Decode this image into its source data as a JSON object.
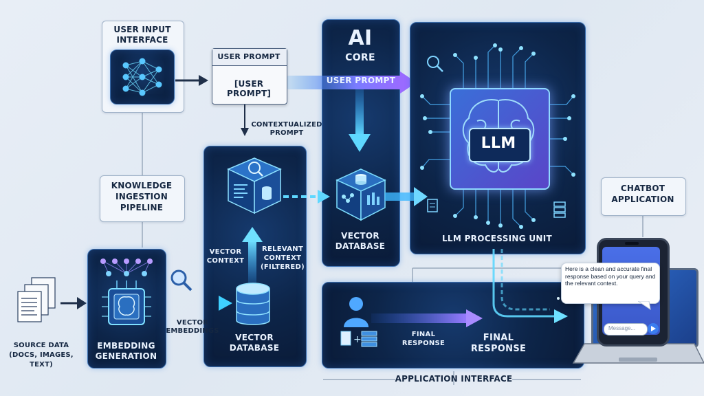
{
  "labels": {
    "user_input_interface": "USER INPUT\nINTERFACE",
    "user_prompt_header": "USER PROMPT",
    "user_prompt_body": "[USER PROMPT]",
    "ai_core_title": "AI",
    "ai_core_sub": "CORE",
    "user_prompt_arrow": "USER PROMPT",
    "contextualized_prompt": "CONTEXTUALIZED\nPROMPT",
    "knowledge_ingestion_pipeline": "KNOWLEDGE\nINGESTION\nPIPELINE",
    "vector_database_center": "VECTOR\nDATABASE",
    "vector_database_lower": "VECTOR\nDATABASE",
    "vector_context": "VECTOR\nCONTEXT",
    "relevant_context": "RELEVANT\nCONTEXT\n(FILTERED)",
    "vector_embeddings": "VECTOR\nEMBEDDINGS",
    "source_data": "SOURCE DATA\n(DOCS, IMAGES, TEXT)",
    "embedding_generation": "EMBEDDING\nGENERATION",
    "llm": "LLM",
    "llm_processing_unit": "LLM PROCESSING UNIT",
    "chatbot_application": "CHATBOT\nAPPLICATION",
    "final_response_small": "FINAL\nRESPONSE",
    "final_response_large": "FINAL\nRESPONSE",
    "application_interface": "APPLICATION INTERFACE",
    "chat_bubble": "Here is a clean and accurate final response based on your query and the relevant context.",
    "message_placeholder": "Message..."
  },
  "colors": {
    "panel_dark": "#0d2549",
    "glow_cyan": "#3fd0ff",
    "glow_purple": "#8a6bff",
    "label_bg": "#f2f6fb",
    "label_text": "#13243b"
  }
}
